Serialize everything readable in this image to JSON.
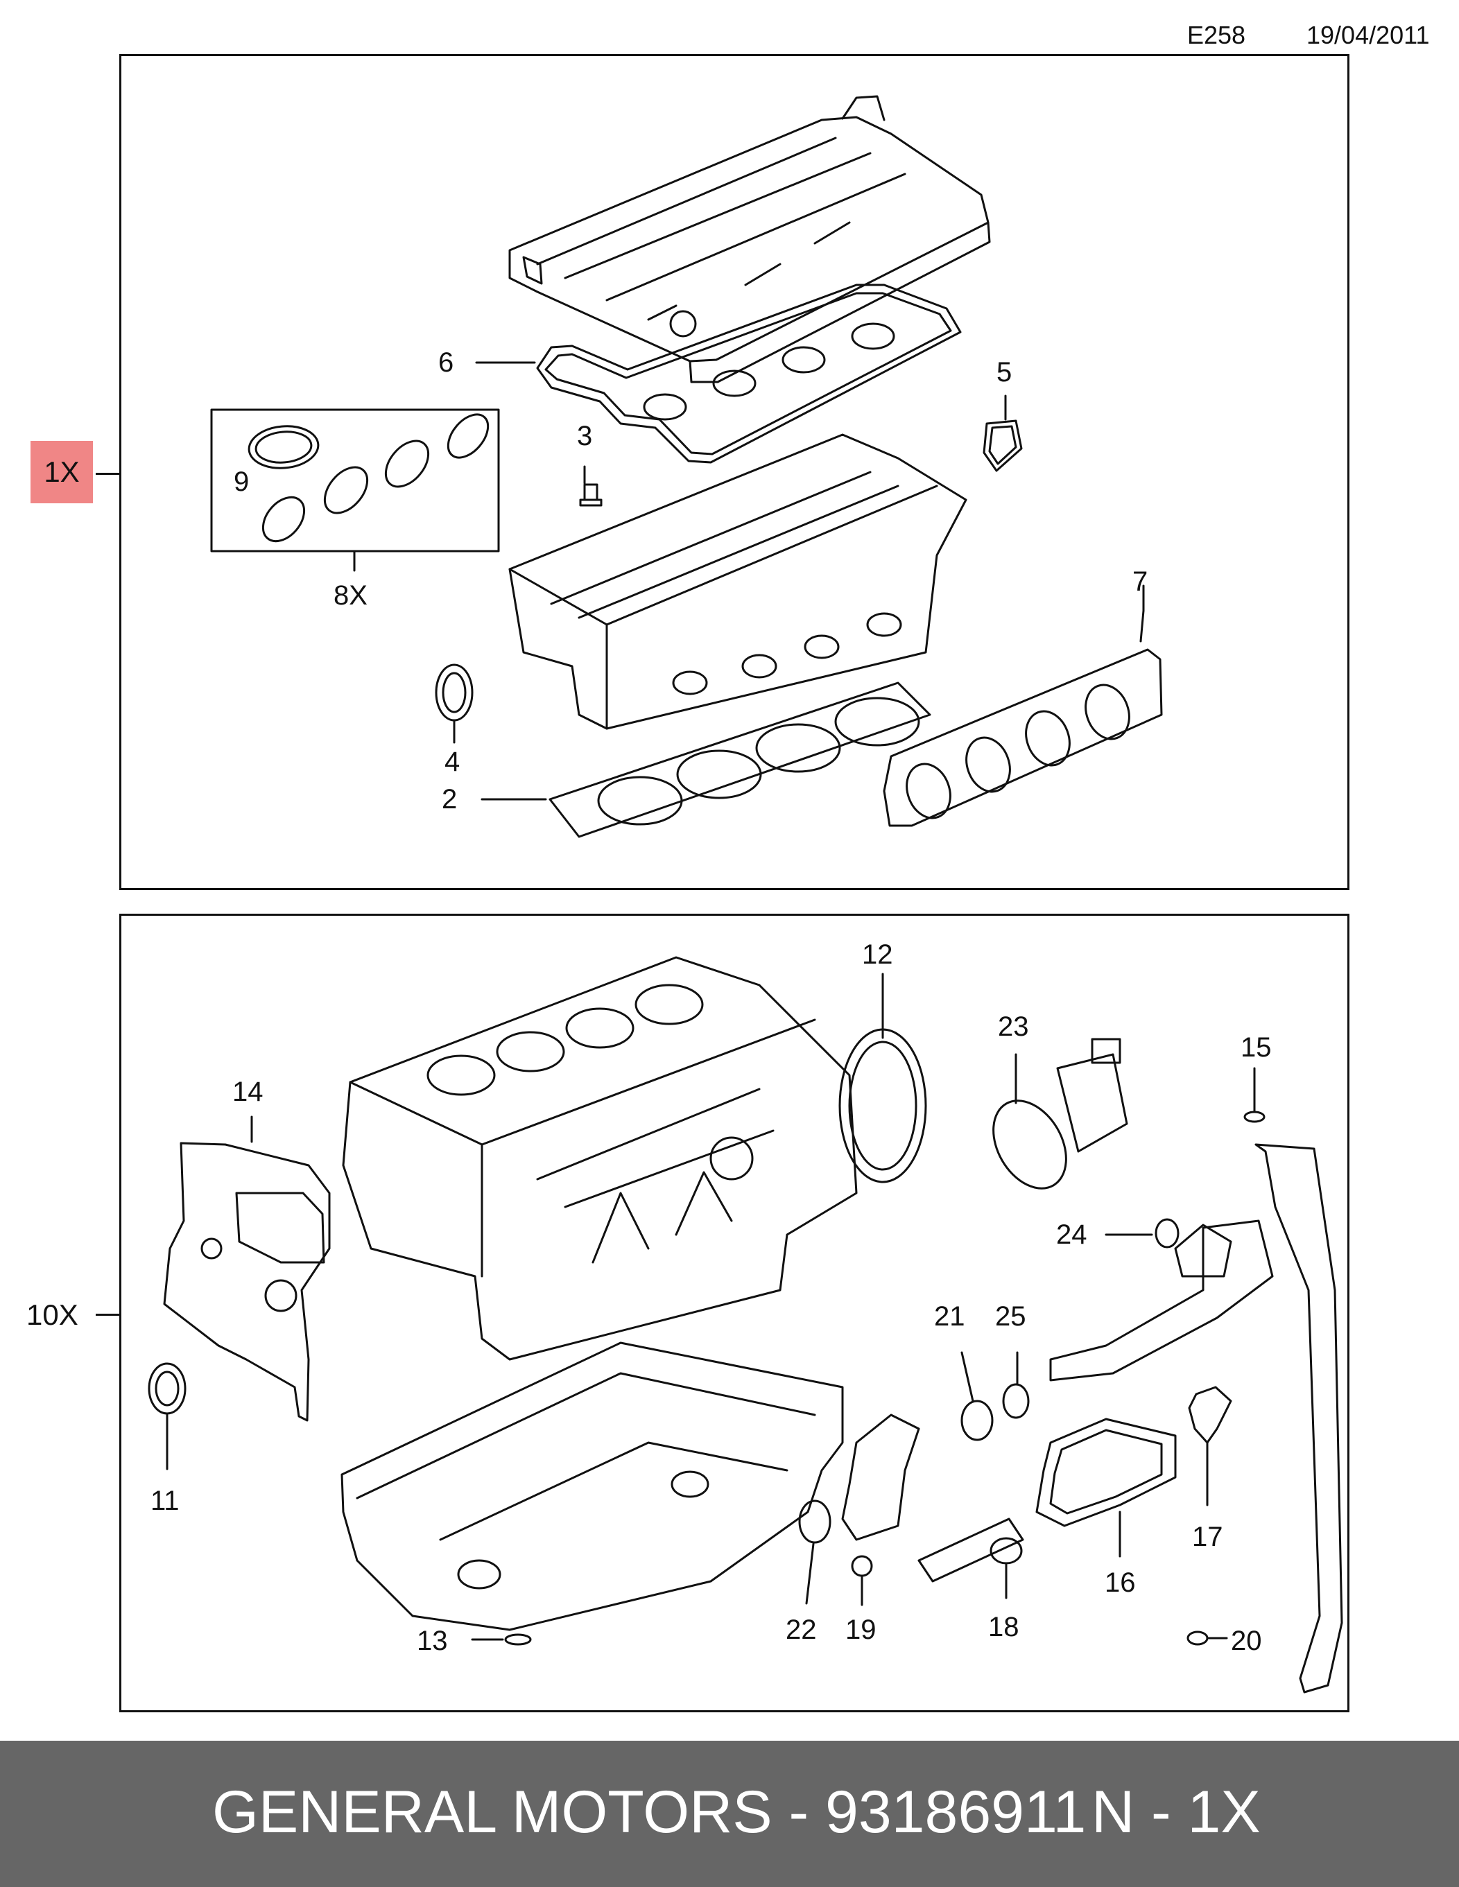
{
  "header": {
    "code": "E258",
    "date": "19/04/2011"
  },
  "top_panel": {
    "quantity_badge": "1X",
    "callouts": {
      "c2": "2",
      "c3": "3",
      "c4": "4",
      "c5": "5",
      "c6": "6",
      "c7": "7",
      "c9": "9",
      "kit_qty": "8X"
    }
  },
  "bottom_panel": {
    "quantity": "10X",
    "callouts": {
      "c11": "11",
      "c12": "12",
      "c13": "13",
      "c14": "14",
      "c15": "15",
      "c16": "16",
      "c17": "17",
      "c18": "18",
      "c19": "19",
      "c20": "20",
      "c21": "21",
      "c22": "22",
      "c23": "23",
      "c24": "24",
      "c25": "25"
    }
  },
  "footer": {
    "brand_part": "GENERAL MOTORS - 93186911",
    "quantity": "N - 1X"
  },
  "colors": {
    "badge": "#f08686",
    "footer_bg": "#666666",
    "line": "#111111"
  }
}
